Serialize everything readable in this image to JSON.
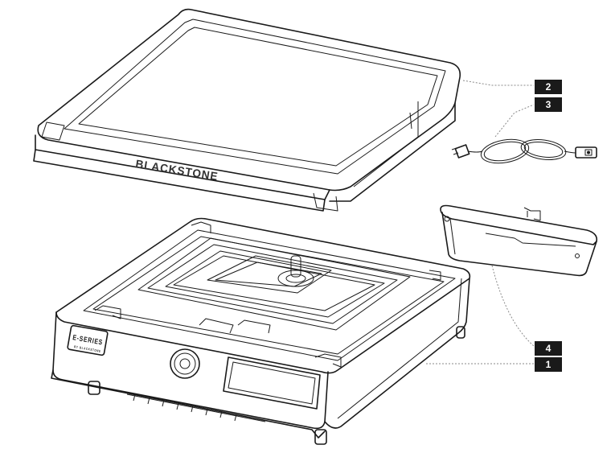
{
  "griddle_lid": {
    "brand": "BLACKSTONE"
  },
  "base": {
    "logo_main": "E-SERIES",
    "logo_sub": "BY BLACKSTONE"
  },
  "callouts": [
    {
      "id": "callout-1",
      "label": "1"
    },
    {
      "id": "callout-2",
      "label": "2"
    },
    {
      "id": "callout-3",
      "label": "3"
    },
    {
      "id": "callout-4",
      "label": "4"
    }
  ],
  "colors": {
    "ink": "#1a1a1a",
    "leader": "#8a8a8a",
    "background": "#ffffff"
  }
}
